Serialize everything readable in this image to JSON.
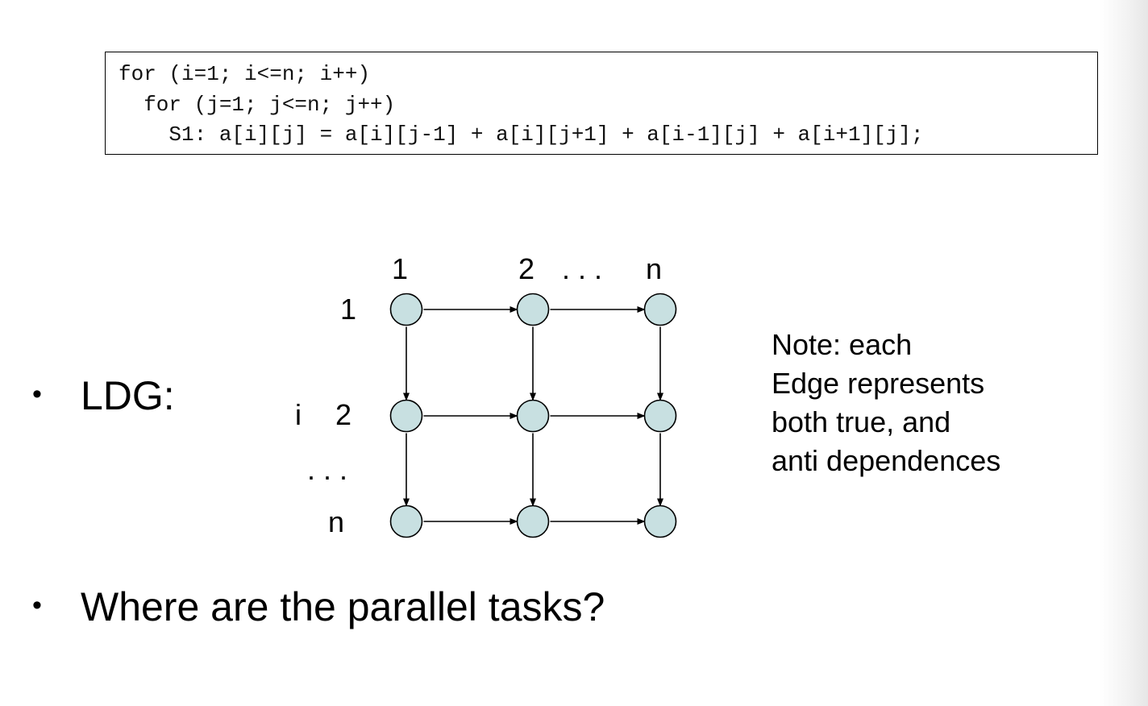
{
  "code": {
    "lines": [
      "for (i=1; i<=n; i++)",
      "  for (j=1; j<=n; j++)",
      "    S1: a[i][j] = a[i][j-1] + a[i][j+1] + a[i-1][j] + a[i+1][j];"
    ]
  },
  "bullets": {
    "ldg": "LDG:",
    "question": "Where are the parallel tasks?",
    "marker": "•"
  },
  "diagram": {
    "column_labels": [
      "1",
      "2",
      ". . .",
      "n"
    ],
    "row_labels": [
      "1",
      "2",
      ". . .",
      "n"
    ],
    "row_axis": "i",
    "node_color": "#c8e0e1",
    "grid": {
      "rows": 3,
      "cols": 3
    }
  },
  "note": {
    "lines": [
      "Note: each",
      "Edge represents",
      "both true, and",
      "anti dependences"
    ]
  }
}
